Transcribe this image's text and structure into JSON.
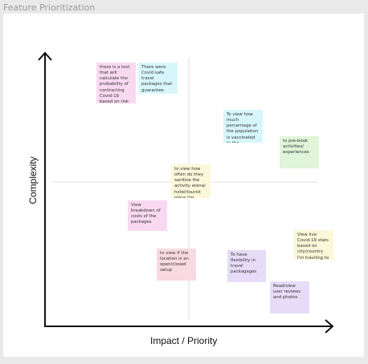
{
  "frame": {
    "title": "Feature Prioritization"
  },
  "axes": {
    "x_label": "Impact / Priority",
    "y_label": "Complexity"
  },
  "colors": {
    "pink": "#f9d9f1",
    "cyan": "#d7f6fb",
    "green": "#e0f5d9",
    "yellow": "#fbf7d9",
    "lavender": "#e6dcf7",
    "rose": "#f9d9e2",
    "axis": "#111111",
    "divider": "#d6d6d6"
  },
  "stickies": [
    {
      "id": "probability-tool",
      "text": "there is a tool that will calculate the probability of contracting Covid-19 based on risk factors for every trip planned",
      "color": "pink"
    },
    {
      "id": "covid-safe-packages",
      "text": "There were Covid safe travel packages that guarantee safety",
      "color": "cyan"
    },
    {
      "id": "vaccinated-percentage",
      "text": "To view how much percentage of the population is vaccinated in the destination",
      "color": "cyan"
    },
    {
      "id": "pre-book",
      "text": "to pre-book activities/ experiences",
      "color": "green"
    },
    {
      "id": "sanitize-frequency",
      "text": "to view how often do they sanitize the activity arena/ hotel/tourist place I'm visiting",
      "color": "yellow"
    },
    {
      "id": "package-costs",
      "text": "View breakdown of costs of the packages",
      "color": "pink"
    },
    {
      "id": "live-covid-stats",
      "text": "View live Covid-19 stats based on city/country I'm traviling to",
      "color": "yellow"
    },
    {
      "id": "location-status",
      "text": "to view if the location is an open/closed setup",
      "color": "rose"
    },
    {
      "id": "flexible-packages",
      "text": "To have flexibility in travel packagages",
      "color": "lavender"
    },
    {
      "id": "user-reviews",
      "text": "Read/view user reviews and photos",
      "color": "lavender"
    }
  ]
}
